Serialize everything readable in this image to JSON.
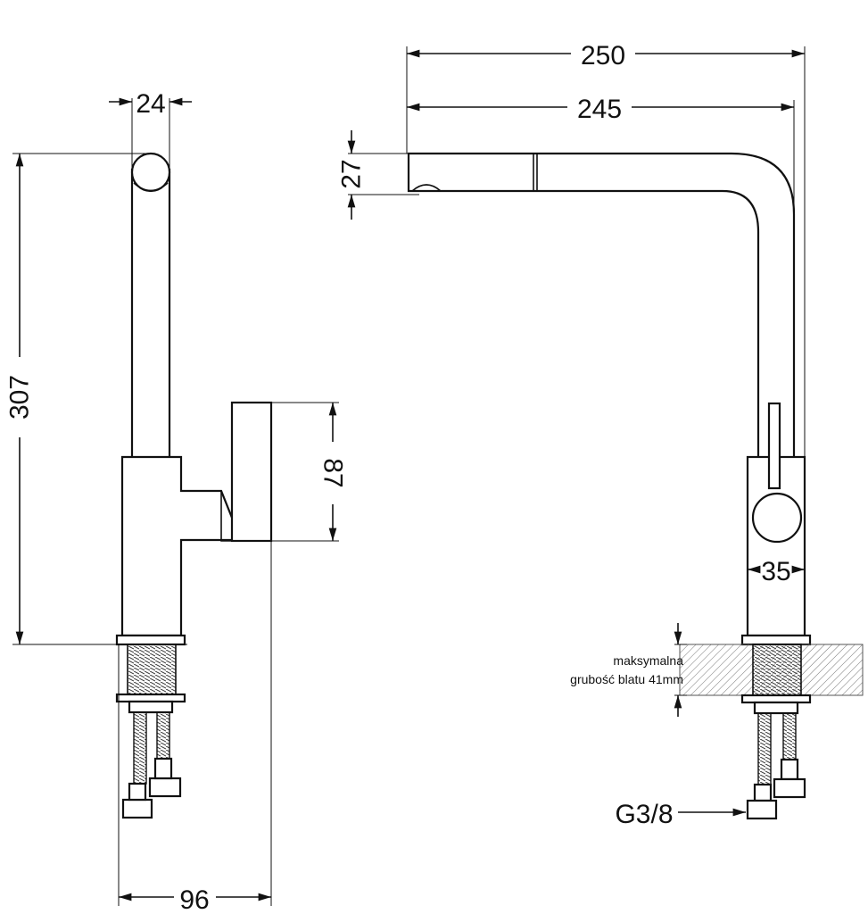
{
  "dimensions": {
    "width_top": "24",
    "height_total": "307",
    "handle_height": "87",
    "base_width": "96",
    "spout_reach_total": "250",
    "spout_reach": "245",
    "spout_height": "27",
    "body_diameter": "35",
    "connection": "G3/8"
  },
  "notes": {
    "countertop_line1": "maksymalna",
    "countertop_line2": "grubość blatu 41mm"
  }
}
